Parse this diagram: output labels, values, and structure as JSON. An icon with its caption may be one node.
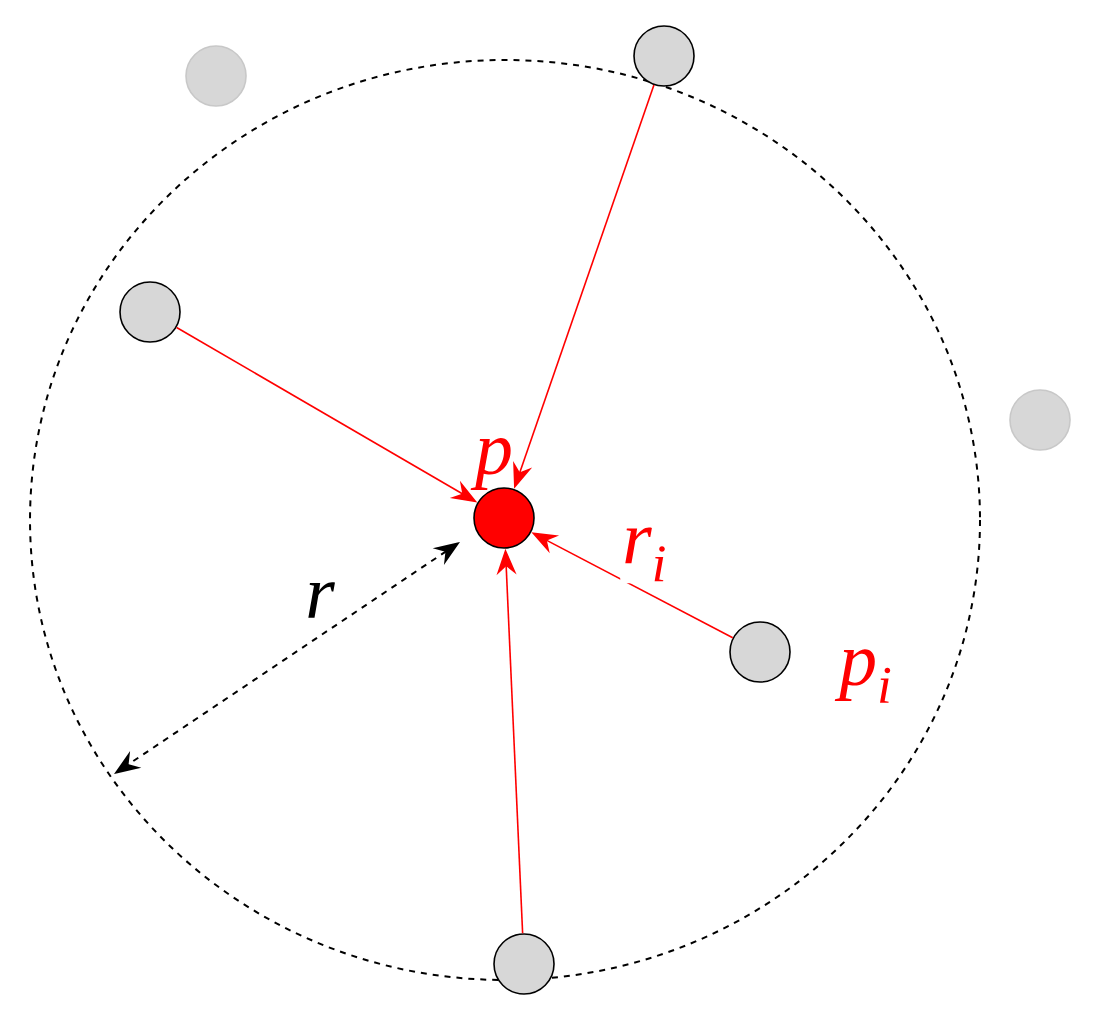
{
  "diagram": {
    "nodes": [
      {
        "text": [],
        "shape": "circle"
      },
      {
        "text": [],
        "shape": "circle"
      },
      {
        "text": [],
        "shape": "circle"
      },
      {
        "text": [],
        "shape": "circle"
      },
      {
        "text": [],
        "shape": "circle",
        "beside": [
          "p"
        ]
      },
      {
        "text": [],
        "shape": "circle",
        "beside": [
          "p$_{i}$"
        ]
      },
      {
        "text": [],
        "shape": "circle"
      }
    ],
    "edges": [
      {
        "from": 1,
        "to": 4,
        "arrow": "to"
      },
      {
        "from": 2,
        "to": 4,
        "arrow": "to"
      },
      {
        "from": 5,
        "to": 4,
        "arrow": "to",
        "label": "r$_{i}$"
      },
      {
        "from": 6,
        "to": 4,
        "arrow": "to"
      }
    ],
    "labels": [
      "r"
    ]
  }
}
